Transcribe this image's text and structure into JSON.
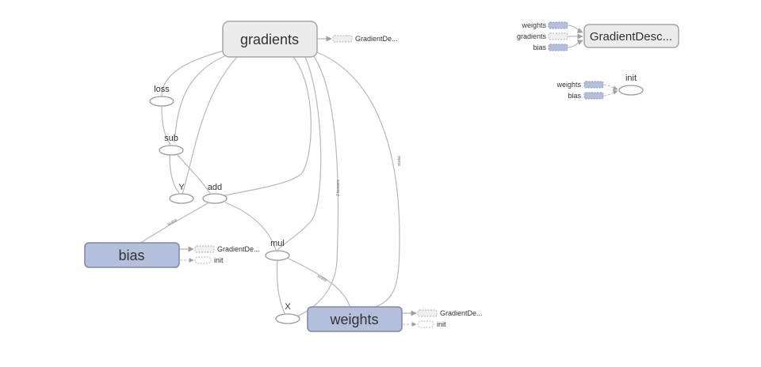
{
  "nodes": {
    "gradients": "gradients",
    "bias": "bias",
    "weights": "weights",
    "loss": "loss",
    "sub": "sub",
    "y": "Y",
    "add": "add",
    "mul": "mul",
    "x": "X",
    "gradient_descent": "GradientDesc...",
    "init": "init"
  },
  "aux_labels": {
    "gradients_out": "GradientDe...",
    "bias_out_gd": "GradientDe...",
    "bias_out_init": "init",
    "weights_out_gd": "GradientDe...",
    "weights_out_init": "init",
    "gd_in_weights": "weights",
    "gd_in_gradients": "gradients",
    "gd_in_bias": "bias",
    "init_in_weights": "weights",
    "init_in_bias": "bias"
  },
  "edge_labels": {
    "bias_add": "scalar",
    "mul_weights": "scalar",
    "two_tensors": "2 tensors",
    "gradients_weights": "scalar"
  },
  "colors": {
    "grey_node": "#ececec",
    "blue_node": "#b3bfdb",
    "edge": "#b8b8b8"
  }
}
